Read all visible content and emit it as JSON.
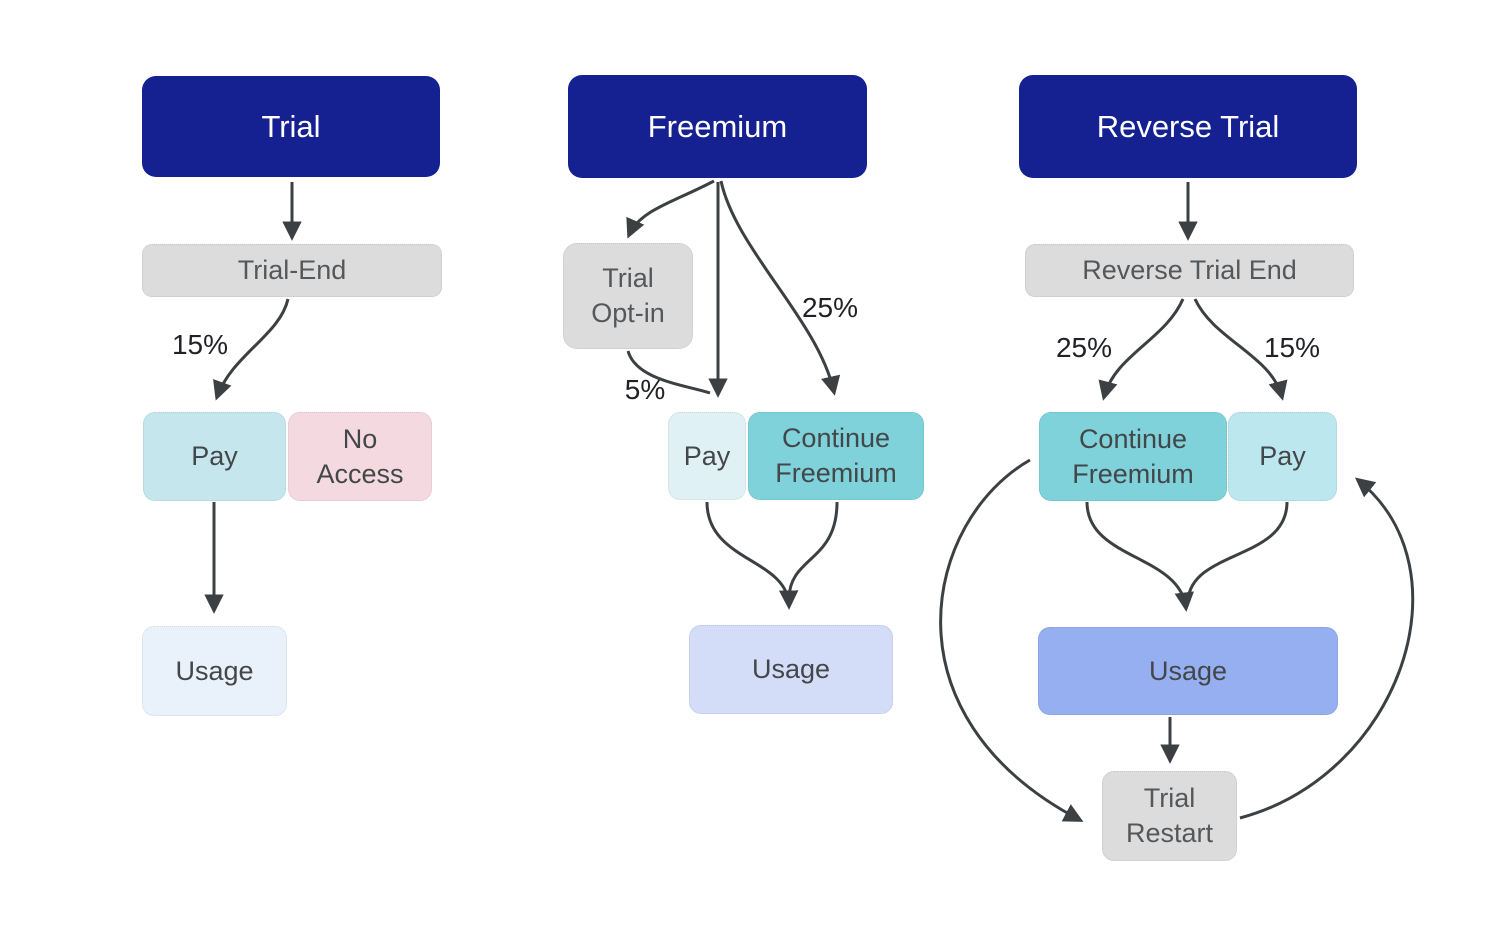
{
  "flows": {
    "trial": {
      "title": "Trial",
      "nodes": {
        "trial_end": "Trial-End",
        "pay": "Pay",
        "no_access": "No\nAccess",
        "usage": "Usage"
      },
      "edge_labels": {
        "trial_end_to_pay": "15%"
      }
    },
    "freemium": {
      "title": "Freemium",
      "nodes": {
        "trial_opt_in": "Trial\nOpt-in",
        "pay": "Pay",
        "continue_freemium": "Continue\nFreemium",
        "usage": "Usage"
      },
      "edge_labels": {
        "freemium_to_continue": "25%",
        "opt_in_to_pay": "5%"
      }
    },
    "reverse_trial": {
      "title": "Reverse Trial",
      "nodes": {
        "reverse_trial_end": "Reverse Trial End",
        "continue_freemium": "Continue\nFreemium",
        "pay": "Pay",
        "usage": "Usage",
        "trial_restart": "Trial\nRestart"
      },
      "edge_labels": {
        "end_to_continue": "25%",
        "end_to_pay": "15%"
      }
    }
  },
  "colors": {
    "header_bg": "#152190",
    "header_text": "#ffffff",
    "gray_node_bg": "#dcdcdc",
    "pay_trial_bg": "#c5e6ec",
    "pay_freemium_bg": "#e0f1f5",
    "pay_reverse_bg": "#bce7ee",
    "no_access_bg": "#f4d9e0",
    "continue_teal_bg": "#7fd1da",
    "usage_trial_bg": "#e9f1fb",
    "usage_freemium_bg": "#d3ddf8",
    "usage_reverse_bg": "#96aff0",
    "arrow": "#3d4043"
  }
}
